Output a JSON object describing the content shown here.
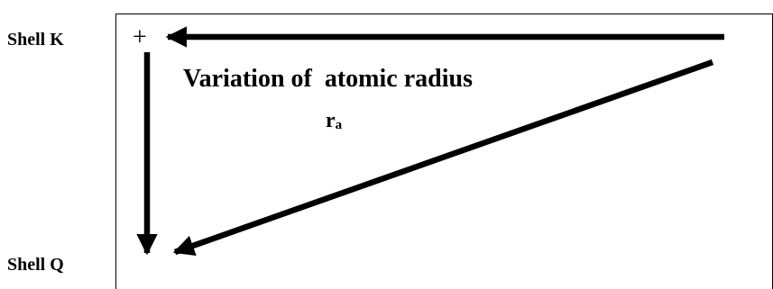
{
  "labels": {
    "shell_top": "Shell K",
    "shell_bottom": "Shell Q",
    "title": "Variation of  atomic radius",
    "symbol_main": "r",
    "symbol_sub": "a",
    "origin_mark": "+"
  },
  "colors": {
    "stroke": "#000000",
    "background": "#ffffff"
  }
}
